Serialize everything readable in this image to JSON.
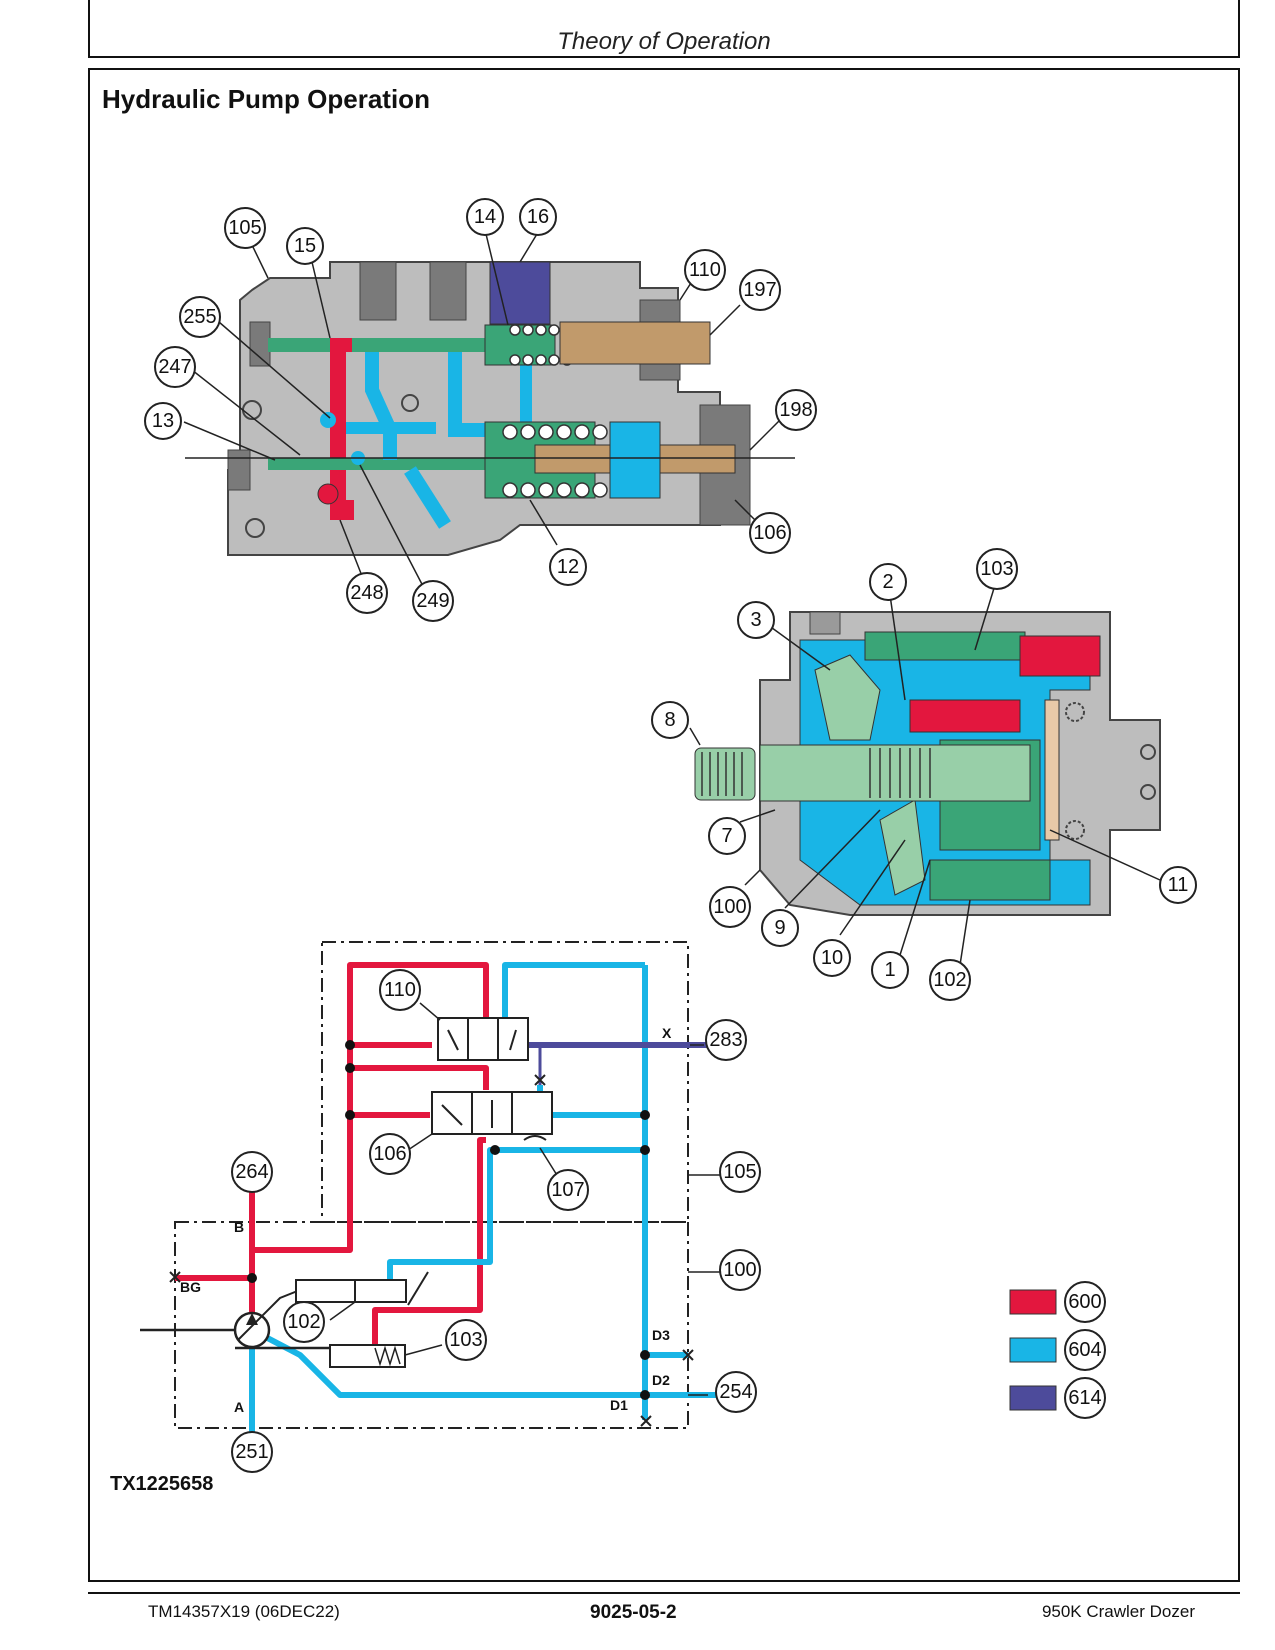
{
  "header": {
    "title": "Theory of Operation"
  },
  "section": {
    "title": "Hydraulic Pump Operation"
  },
  "figure_id": "TX1225658",
  "callouts": {
    "c105": "105",
    "c15": "15",
    "c14": "14",
    "c16": "16",
    "c110": "110",
    "c197": "197",
    "c255": "255",
    "c247": "247",
    "c13": "13",
    "c198": "198",
    "c106": "106",
    "c12": "12",
    "c248": "248",
    "c249": "249",
    "p2": "2",
    "p103": "103",
    "p3": "3",
    "p8": "8",
    "p7": "7",
    "p100": "100",
    "p9": "9",
    "p10": "10",
    "p1": "1",
    "p102": "102",
    "p11": "11",
    "s110": "110",
    "s283": "283",
    "s106": "106",
    "s105": "105",
    "s107": "107",
    "s264": "264",
    "s100": "100",
    "s102": "102",
    "s103": "103",
    "s254": "254",
    "s251": "251"
  },
  "ports": {
    "x": "X",
    "b": "B",
    "bg": "BG",
    "a": "A",
    "d1": "D1",
    "d2": "D2",
    "d3": "D3"
  },
  "legend": [
    {
      "code": "600",
      "color": "#e3173e"
    },
    {
      "code": "604",
      "color": "#19b5e6"
    },
    {
      "code": "614",
      "color": "#4d4b9b"
    }
  ],
  "colors": {
    "pressure": "#e3173e",
    "return": "#19b5e6",
    "pilot": "#4d4b9b",
    "housing": "#bdbdbd",
    "spool": "#3aa577",
    "rod": "#c19a6b"
  },
  "footer": {
    "left": "TM14357X19 (06DEC22)",
    "center": "9025-05-2",
    "right": "950K Crawler Dozer"
  }
}
